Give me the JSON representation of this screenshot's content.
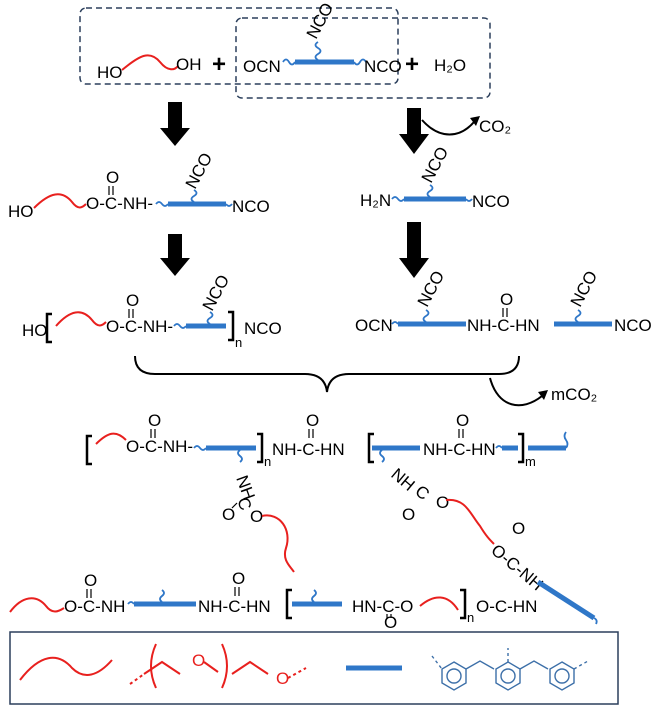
{
  "reactants": {
    "diol_oh_left": "HO",
    "diol_oh_right": "OH",
    "plus1": "+",
    "ocn": "OCN",
    "nco_top": "NCO",
    "nco_right": "NCO",
    "plus2": "+",
    "water": "H₂O"
  },
  "step_left1": {
    "ho": "HO",
    "urethane": "O-C-NH-",
    "o_dbl": "O",
    "nco_top": "NCO",
    "nco_right": "NCO"
  },
  "step_right1": {
    "co2": "CO₂",
    "h2n": "H₂N",
    "nco_top": "NCO",
    "nco_right": "NCO"
  },
  "step_left2": {
    "ho": "HO",
    "urethane": "O-C-NH-",
    "o_dbl": "O",
    "nco_top": "NCO",
    "n": "n",
    "nco_right": "NCO"
  },
  "step_right2": {
    "ocn": "OCN",
    "nco1": "NCO",
    "urea": "NH-C-HN",
    "o_dbl": "O",
    "nco2": "NCO",
    "nco3": "NCO"
  },
  "mco2": "mCO₂",
  "network": {
    "row1_urethane": "O-C-NH-",
    "row1_o": "O",
    "row1_n": "n",
    "row1_urea1": "NH-C-HN",
    "row1_o2": "O",
    "row1_urea2": "NH-C-HN",
    "row1_o3": "O",
    "row1_m": "m",
    "branch1_nh": "NH",
    "branch1_c": "C",
    "branch1_o": "O",
    "branch1_o2": "O",
    "branch2_nh": "NH",
    "branch2_c": "C",
    "branch2_o": "O",
    "branch2_o2": "O",
    "bottom_urethane": "O-C-NH",
    "bottom_o": "O",
    "bottom_urea": "NH-C-HN",
    "bottom_o2": "O",
    "bottom_hn": "HN-C-O",
    "bottom_o3": "O",
    "bottom_n": "n",
    "bottom_tail": "O-C-HN",
    "diag_urethane": "O-C-NH",
    "diag_o": "O"
  },
  "legend": {
    "peg_o1": "O",
    "peg_o2": "O"
  }
}
